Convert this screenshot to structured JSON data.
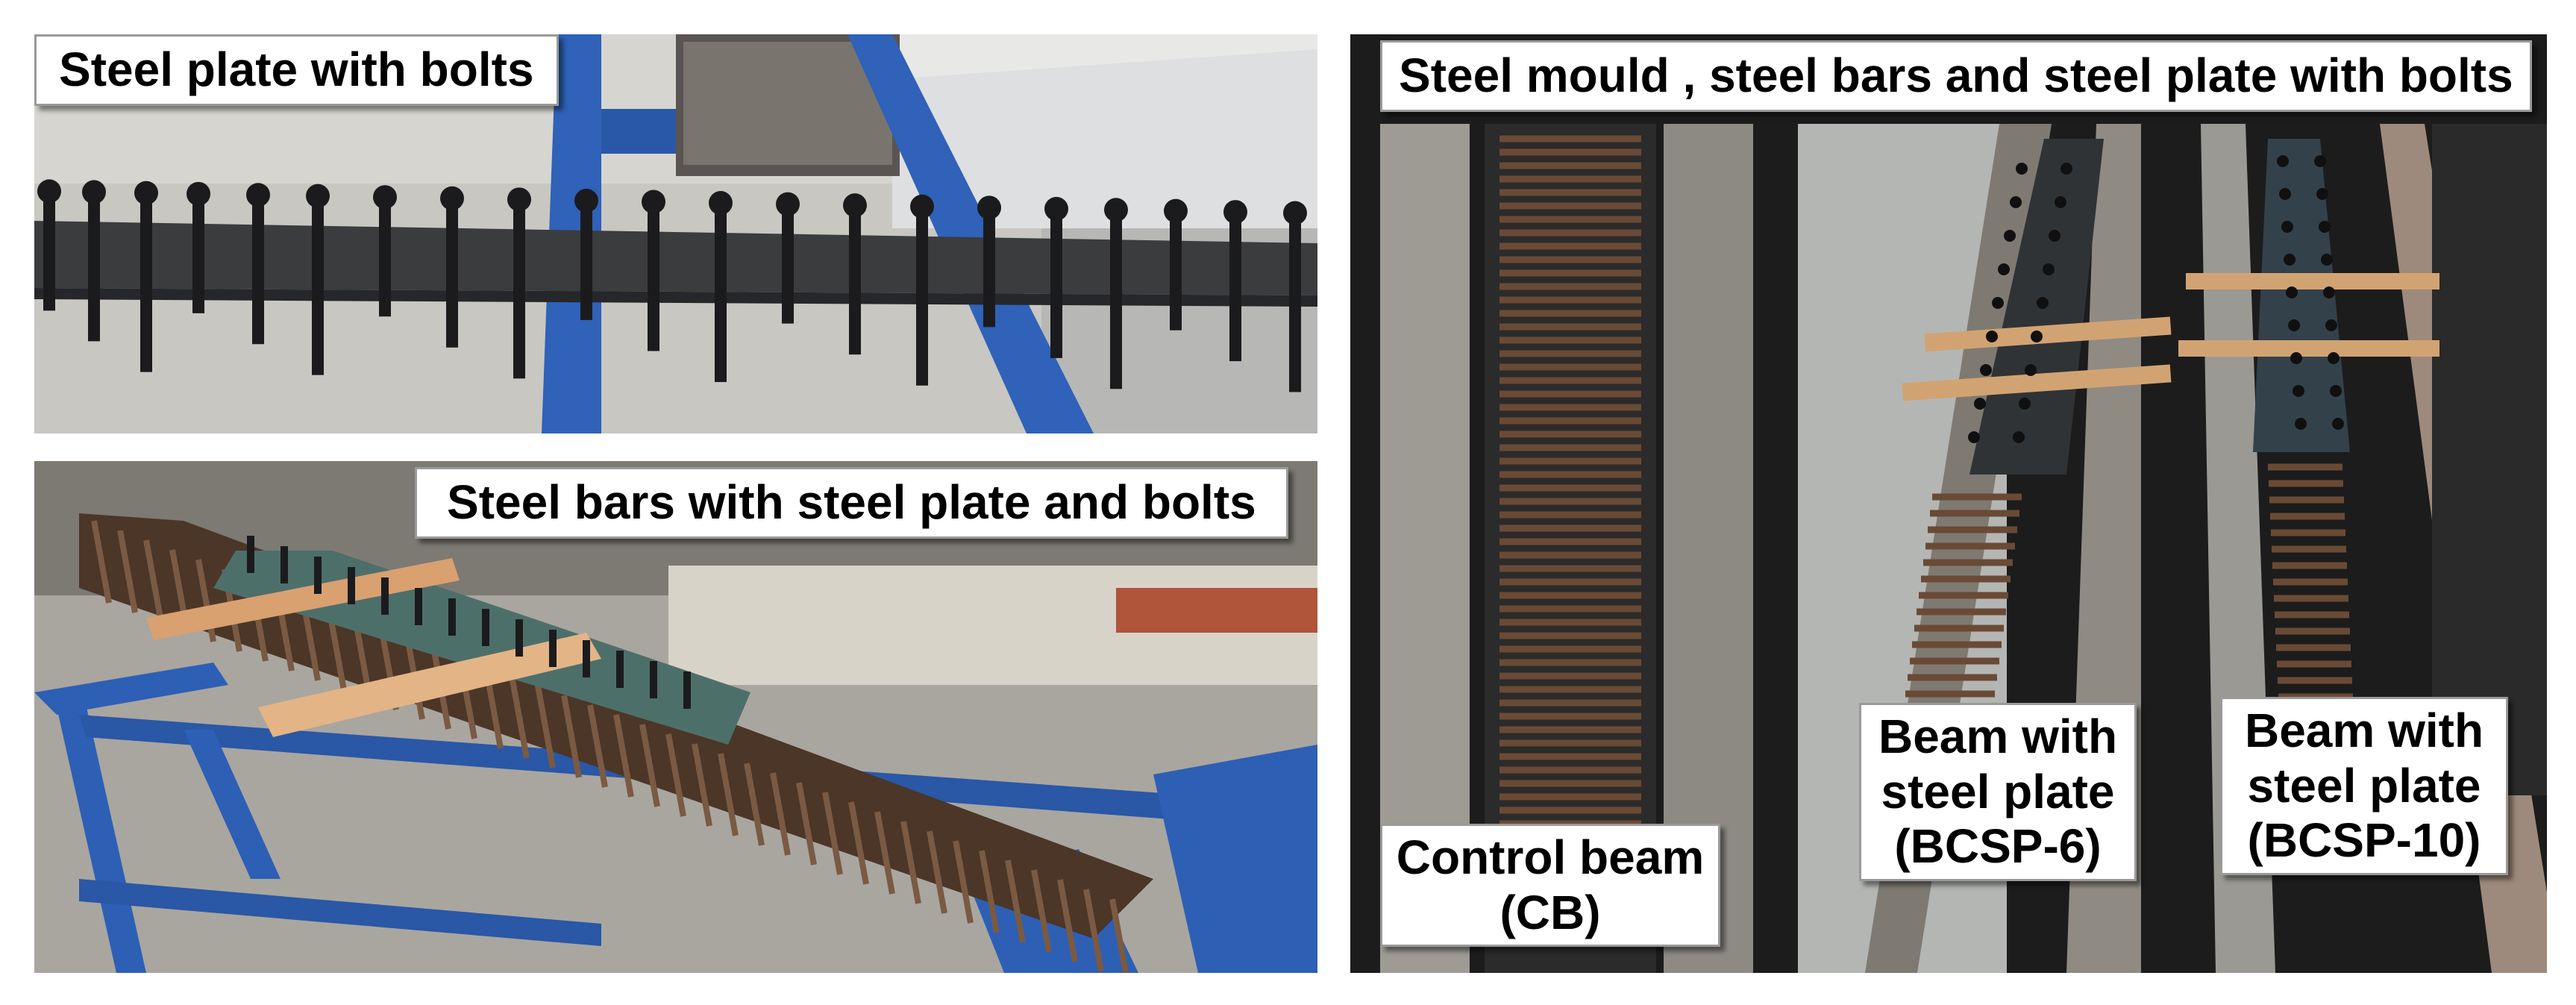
{
  "figure": {
    "panel_top_left": {
      "label": "Steel plate with bolts"
    },
    "panel_bottom_left": {
      "label": "Steel bars  with steel plate and bolts"
    },
    "panel_right": {
      "label": "Steel mould , steel bars  and steel plate with bolts",
      "beams": [
        {
          "line1": "Control beam",
          "line2": "(CB)"
        },
        {
          "line1": "Beam with",
          "line2": "steel plate",
          "line3": "(BCSP-6)"
        },
        {
          "line1": "Beam with",
          "line2": "steel plate",
          "line3": "(BCSP-10)"
        }
      ]
    }
  },
  "colors": {
    "steel_plate": "#3b3c3e",
    "blue_frame": "#2d5fb5",
    "rebar": "#5a4030",
    "wood_spacer": "#d9a070",
    "floor": "#bdbdb9",
    "mould_dark": "#1c1c1c"
  }
}
